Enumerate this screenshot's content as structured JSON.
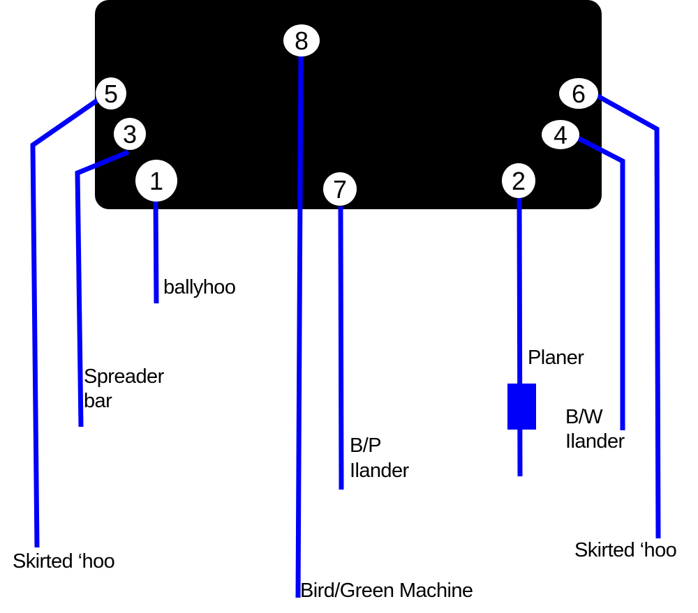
{
  "colors": {
    "background": "#ffffff",
    "boat": "#000000",
    "line": "#0000fa",
    "marker_fill": "#ffffff",
    "planer": "#0000fa",
    "text": "#000000"
  },
  "markers": [
    {
      "label": "1"
    },
    {
      "label": "2"
    },
    {
      "label": "3"
    },
    {
      "label": "4"
    },
    {
      "label": "5"
    },
    {
      "label": "6"
    },
    {
      "label": "7"
    },
    {
      "label": "8"
    }
  ],
  "labels": {
    "ballyhoo": "ballyhoo",
    "spreader_bar": [
      "Spreader",
      "bar"
    ],
    "skirted_hoo_left": "Skirted ‘hoo",
    "bird_green_machine": "Bird/Green Machine",
    "bp_ilander": [
      "B/P",
      "Ilander"
    ],
    "planer": "Planer",
    "bw_ilander": [
      "B/W",
      "Ilander"
    ],
    "skirted_hoo_right": "Skirted ‘hoo"
  }
}
